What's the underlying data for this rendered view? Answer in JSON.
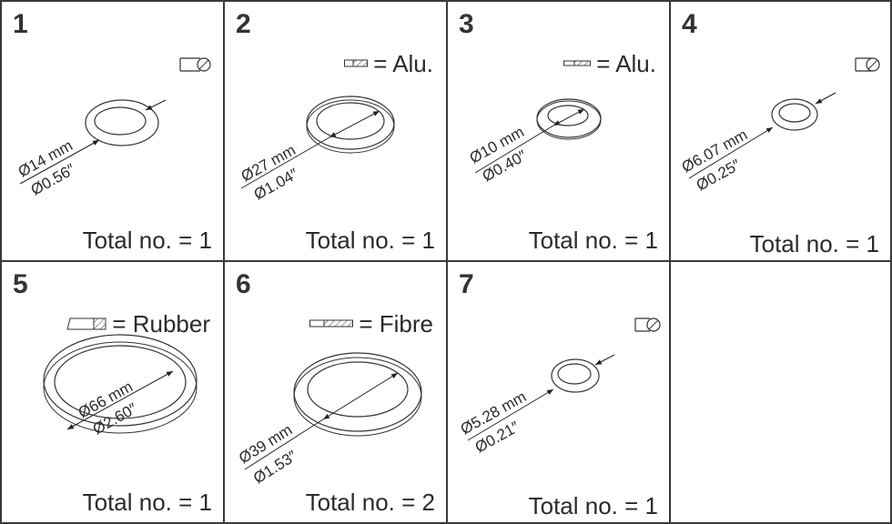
{
  "cells": [
    {
      "number": "1",
      "material": "",
      "section_icon": "round-section-icon",
      "dim_mm": "Ø14 mm",
      "dim_in": "Ø0.56″",
      "total": "Total no. = 1"
    },
    {
      "number": "2",
      "material": "= Alu.",
      "section_icon": "flat-hatched-section-icon",
      "dim_mm": "Ø27 mm",
      "dim_in": "Ø1.04″",
      "total": "Total no. = 1"
    },
    {
      "number": "3",
      "material": "= Alu.",
      "section_icon": "flat-hatched-section-icon",
      "dim_mm": "Ø10 mm",
      "dim_in": "Ø0.40″",
      "total": "Total no. = 1"
    },
    {
      "number": "4",
      "material": "",
      "section_icon": "round-section-icon",
      "dim_mm": "Ø6.07 mm",
      "dim_in": "Ø0.25″",
      "total": "Total no. = 1"
    },
    {
      "number": "5",
      "material": "= Rubber",
      "section_icon": "square-hatched-section-icon",
      "dim_mm": "Ø66 mm",
      "dim_in": "Ø2.60″",
      "total": "Total no. = 1"
    },
    {
      "number": "6",
      "material": "= Fibre",
      "section_icon": "flat-hatched-section-icon",
      "dim_mm": "Ø39 mm",
      "dim_in": "Ø1.53″",
      "total": "Total no. = 2"
    },
    {
      "number": "7",
      "material": "",
      "section_icon": "round-section-icon",
      "dim_mm": "Ø5.28 mm",
      "dim_in": "Ø0.21″",
      "total": "Total no. = 1"
    }
  ],
  "colors": {
    "line": "#3a3a3a",
    "text": "#2b2b2b",
    "background": "#ffffff"
  }
}
